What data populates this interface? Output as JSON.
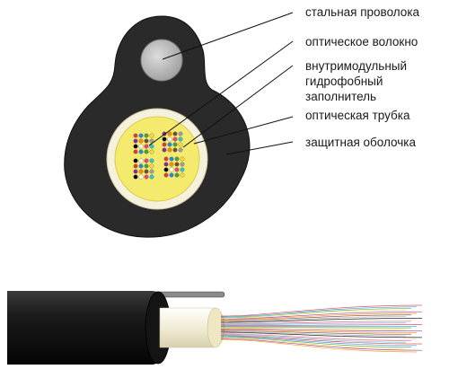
{
  "labels": {
    "steel_wire": "стальная проволока",
    "optical_fiber": "оптическое волокно",
    "filler_line1": "внутримодульный",
    "filler_line2": "гидрофобный",
    "filler_line3": "заполнитель",
    "optical_tube": "оптическая трубка",
    "protective_sheath": "защитная оболочка"
  },
  "colors": {
    "sheath": "#2b2b2b",
    "sheath_dark": "#0e0e0e",
    "steel_wire": "#bdbdbd",
    "tube": "#f7f2d8",
    "gel": "#f4ec7a",
    "leader": "#111111"
  },
  "fiber_colors": [
    "#e53935",
    "#1e88e5",
    "#43a047",
    "#fdd835",
    "#8e24aa",
    "#fb8c00",
    "#6d4c41",
    "#9e9e9e",
    "#000000",
    "#ffffff",
    "#ec407a",
    "#26c6da"
  ]
}
